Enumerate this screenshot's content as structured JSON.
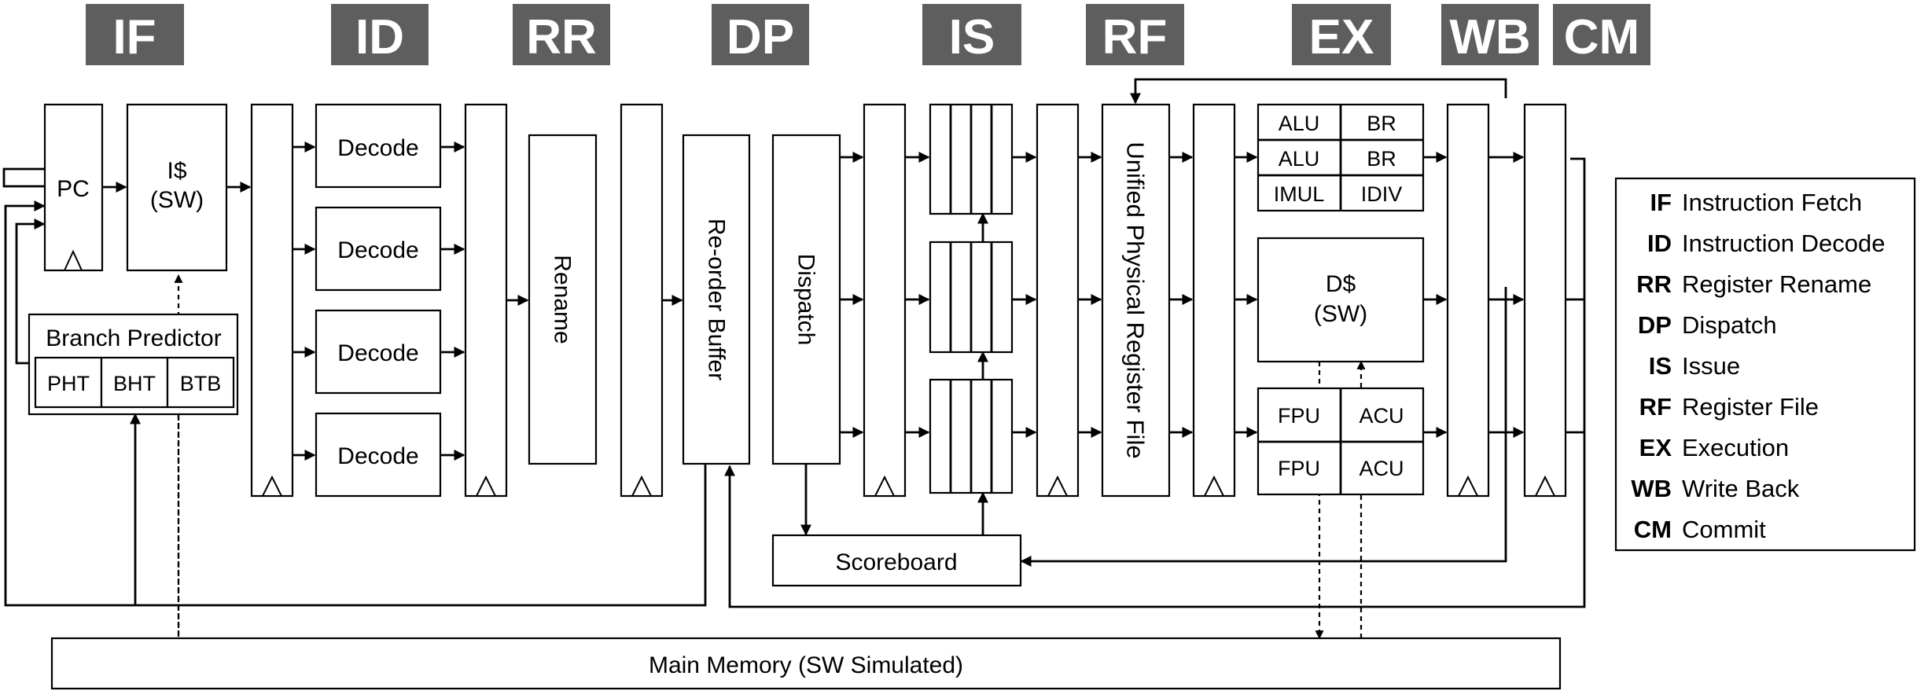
{
  "stages": [
    {
      "label": "IF"
    },
    {
      "label": "ID"
    },
    {
      "label": "RR"
    },
    {
      "label": "DP"
    },
    {
      "label": "IS"
    },
    {
      "label": "RF"
    },
    {
      "label": "EX"
    },
    {
      "label": "WB"
    },
    {
      "label": "CM"
    }
  ],
  "blocks": {
    "pc": "PC",
    "icache": "I$",
    "icache_sub": "(SW)",
    "branch_predictor": "Branch Predictor",
    "pht": "PHT",
    "bht": "BHT",
    "btb": "BTB",
    "decode": [
      "Decode",
      "Decode",
      "Decode",
      "Decode"
    ],
    "rename": "Rename",
    "rob": "Re-order Buffer",
    "dispatch": "Dispatch",
    "scoreboard": "Scoreboard",
    "regfile": "Unified Physical Register File",
    "alu1": "ALU",
    "br1": "BR",
    "alu2": "ALU",
    "br2": "BR",
    "imul": "IMUL",
    "idiv": "IDIV",
    "dcache": "D$",
    "dcache_sub": "(SW)",
    "fpu1": "FPU",
    "acu1": "ACU",
    "fpu2": "FPU",
    "acu2": "ACU",
    "memory": "Main Memory (SW Simulated)"
  },
  "legend": [
    {
      "abbr": "IF",
      "desc": "Instruction Fetch"
    },
    {
      "abbr": "ID",
      "desc": "Instruction Decode"
    },
    {
      "abbr": "RR",
      "desc": "Register Rename"
    },
    {
      "abbr": "DP",
      "desc": "Dispatch"
    },
    {
      "abbr": "IS",
      "desc": "Issue"
    },
    {
      "abbr": "RF",
      "desc": "Register File"
    },
    {
      "abbr": "EX",
      "desc": "Execution"
    },
    {
      "abbr": "WB",
      "desc": "Write Back"
    },
    {
      "abbr": "CM",
      "desc": "Commit"
    }
  ]
}
